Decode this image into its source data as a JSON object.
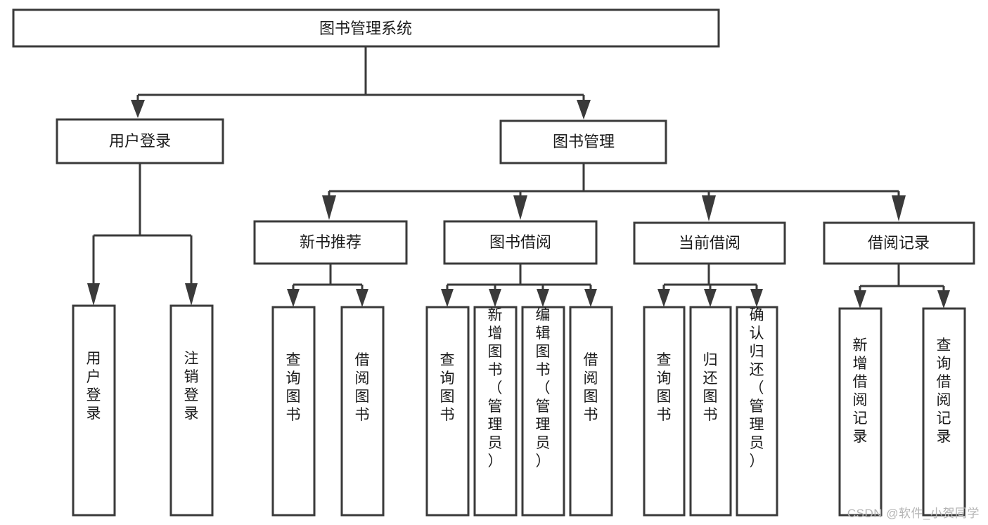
{
  "diagram": {
    "type": "tree-hierarchy-chart",
    "title": "图书管理系统",
    "background_color": "#ffffff",
    "line_color": "#3a3a3a",
    "box_fill": "#ffffff",
    "text_color": "#1b1b1b"
  },
  "root": {
    "label": "图书管理系统"
  },
  "level2": [
    {
      "label": "用户登录"
    },
    {
      "label": "图书管理"
    }
  ],
  "level3": [
    {
      "label": "新书推荐"
    },
    {
      "label": "图书借阅"
    },
    {
      "label": "当前借阅"
    },
    {
      "label": "借阅记录"
    }
  ],
  "leaves": {
    "user_login": [
      {
        "label": "用户登录"
      },
      {
        "label": "注销登录"
      }
    ],
    "new_book_recommend": [
      {
        "label": "查询图书"
      },
      {
        "label": "借阅图书"
      }
    ],
    "book_borrow": [
      {
        "label": "查询图书"
      },
      {
        "label": "新增图书（管理员）"
      },
      {
        "label": "编辑图书（管理员）"
      },
      {
        "label": "借阅图书"
      }
    ],
    "current_borrow": [
      {
        "label": "查询图书"
      },
      {
        "label": "归还图书"
      },
      {
        "label": "确认归还（管理员）"
      }
    ],
    "borrow_record": [
      {
        "label": "新增借阅记录"
      },
      {
        "label": "查询借阅记录"
      }
    ]
  },
  "watermark": {
    "text": "CSDN @软件_小贺同学"
  }
}
